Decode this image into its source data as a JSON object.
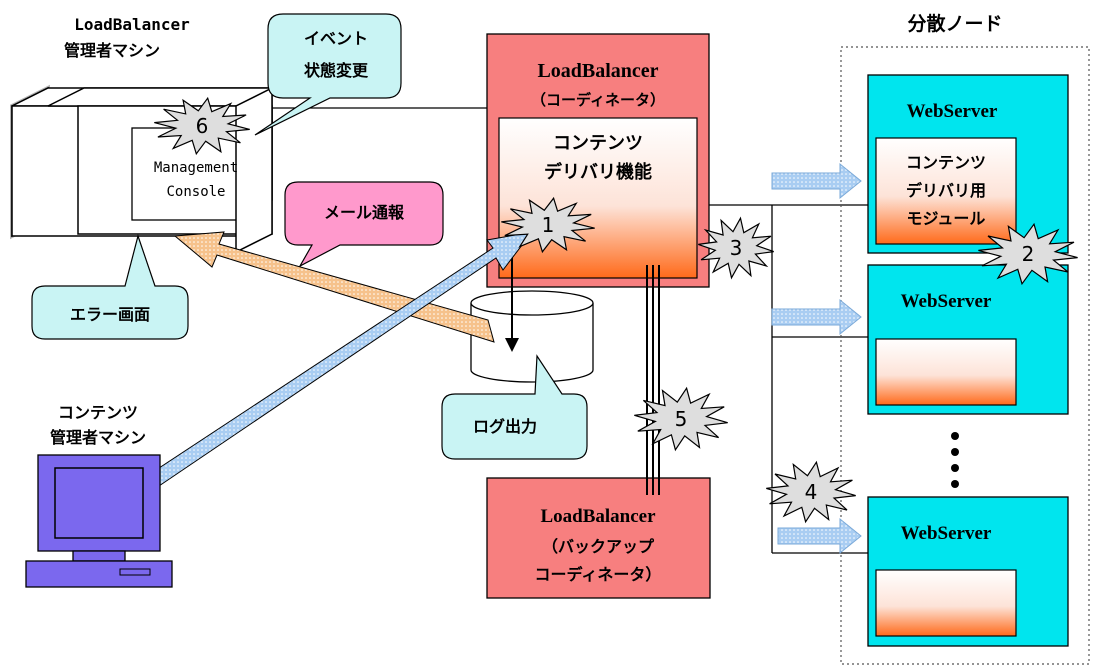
{
  "labels": {
    "lb_admin_line1": "LoadBalancer",
    "lb_admin_line2": "管理者マシン",
    "event_callout_line1": "イベント",
    "event_callout_line2": "状態変更",
    "console_line1": "Management",
    "console_line2": "Console",
    "mail_callout": "メール通報",
    "error_callout": "エラー画面",
    "coordinator_line1": "LoadBalancer",
    "coordinator_line2": "（コーディネータ）",
    "delivery_line1": "コンテンツ",
    "delivery_line2": "デリバリ機能",
    "log_callout": "ログ出力",
    "backup_line1": "LoadBalancer",
    "backup_line2": "（バックアップ",
    "backup_line3": "コーディネータ）",
    "content_admin_line1": "コンテンツ",
    "content_admin_line2": "管理者マシン",
    "nodes_title": "分散ノード",
    "webserver1": "WebServer",
    "module_line1": "コンテンツ",
    "module_line2": "デリバリ用",
    "module_line3": "モジュール",
    "webserver2": "WebServer",
    "webserver3": "WebServer"
  },
  "markers": [
    "1",
    "2",
    "3",
    "4",
    "5",
    "6"
  ],
  "colors": {
    "coordinator_fill": "#f77f7f",
    "webserver_fill": "#00e5ee",
    "callout_fill": "#c9f4f4",
    "mail_fill": "#ff99cc",
    "burst_fill": "#dedede",
    "pc_fill": "#7b68ee",
    "gradient_accent": "#ff6600",
    "blue_arrow": "#a9cdf2",
    "orange_arrow": "#f6c28c"
  }
}
